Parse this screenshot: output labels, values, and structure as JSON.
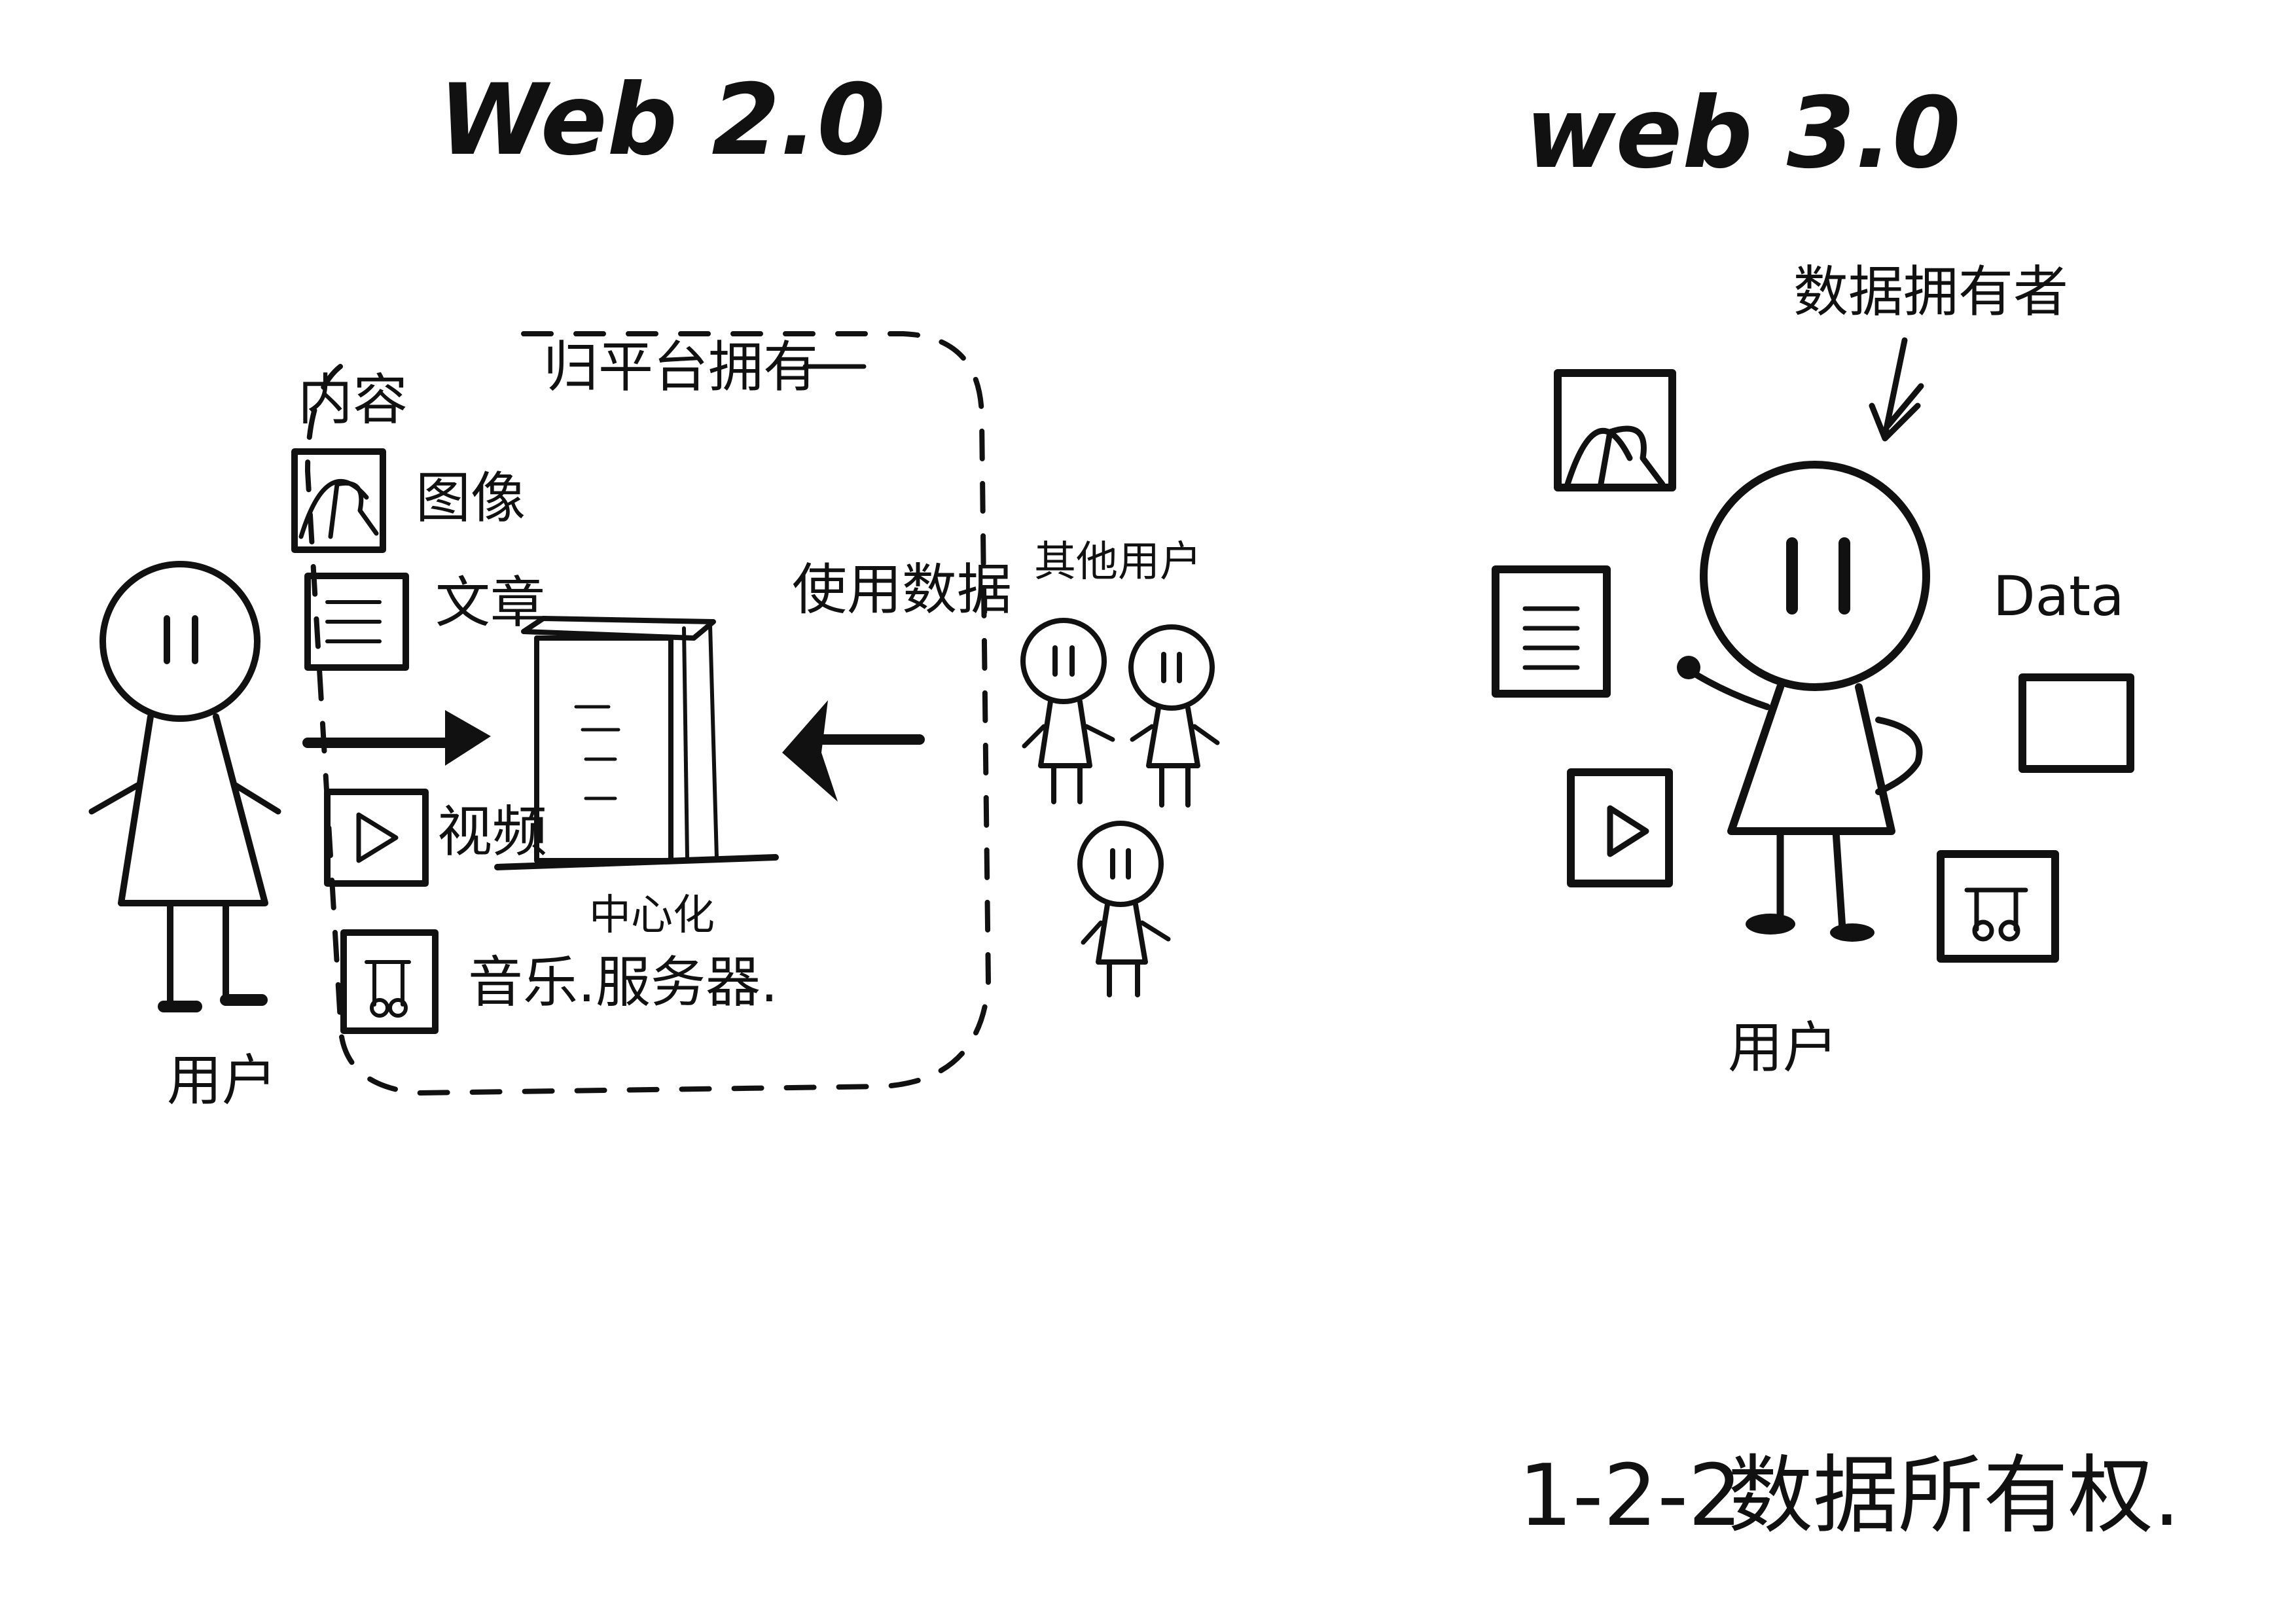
{
  "left_panel": {
    "title": "Web 2.0",
    "platform_label": "归平台拥有",
    "content_label": "内容",
    "items": [
      {
        "label": "图像",
        "icon": "image-icon"
      },
      {
        "label": "文章",
        "icon": "document-icon"
      },
      {
        "label": "视频",
        "icon": "video-play-icon"
      },
      {
        "label": "音乐.",
        "icon": "music-note-icon"
      }
    ],
    "user_label": "用户",
    "server_label_1": "中心化",
    "server_label_2": "服务器.",
    "uses_data_label": "使用数据",
    "other_users_label": "其他用户"
  },
  "right_panel": {
    "title": "web 3.0",
    "owner_label": "数据拥有者",
    "data_label": "Data",
    "user_label": "用户",
    "icons": [
      "image-icon",
      "document-icon",
      "video-play-icon",
      "music-note-icon",
      "empty-box-icon"
    ]
  },
  "caption": {
    "number": "1-2-2",
    "text": "数据所有权."
  },
  "colors": {
    "ink": "#111111",
    "background": "#ffffff"
  }
}
